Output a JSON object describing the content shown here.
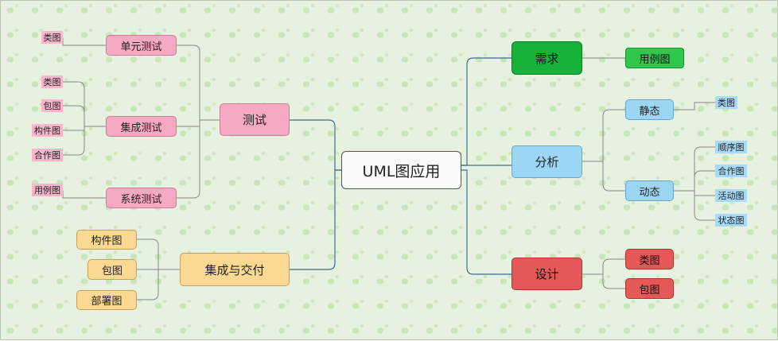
{
  "root": "UML图应用",
  "left": {
    "testing": {
      "label": "测试",
      "children": [
        {
          "label": "单元测试",
          "leaves": [
            "类图"
          ]
        },
        {
          "label": "集成测试",
          "leaves": [
            "类图",
            "包图",
            "构件图",
            "合作图"
          ]
        },
        {
          "label": "系统测试",
          "leaves": [
            "用例图"
          ]
        }
      ]
    },
    "delivery": {
      "label": "集成与交付",
      "leaves": [
        "构件图",
        "包图",
        "部署图"
      ]
    }
  },
  "right": {
    "requirements": {
      "label": "需求",
      "leaves": [
        "用例图"
      ]
    },
    "analysis": {
      "label": "分析",
      "children": [
        {
          "label": "静态",
          "leaves": [
            "类图"
          ]
        },
        {
          "label": "动态",
          "leaves": [
            "顺序图",
            "合作图",
            "活动图",
            "状态图"
          ]
        }
      ]
    },
    "design": {
      "label": "设计",
      "leaves": [
        "类图",
        "包图"
      ]
    }
  },
  "colors": {
    "line": "#3f6e8c",
    "testing": "#f7a8c2",
    "delivery": "#fbd993",
    "requirements": "#16b33a",
    "analysis": "#9dd5f5",
    "design": "#e55858"
  }
}
